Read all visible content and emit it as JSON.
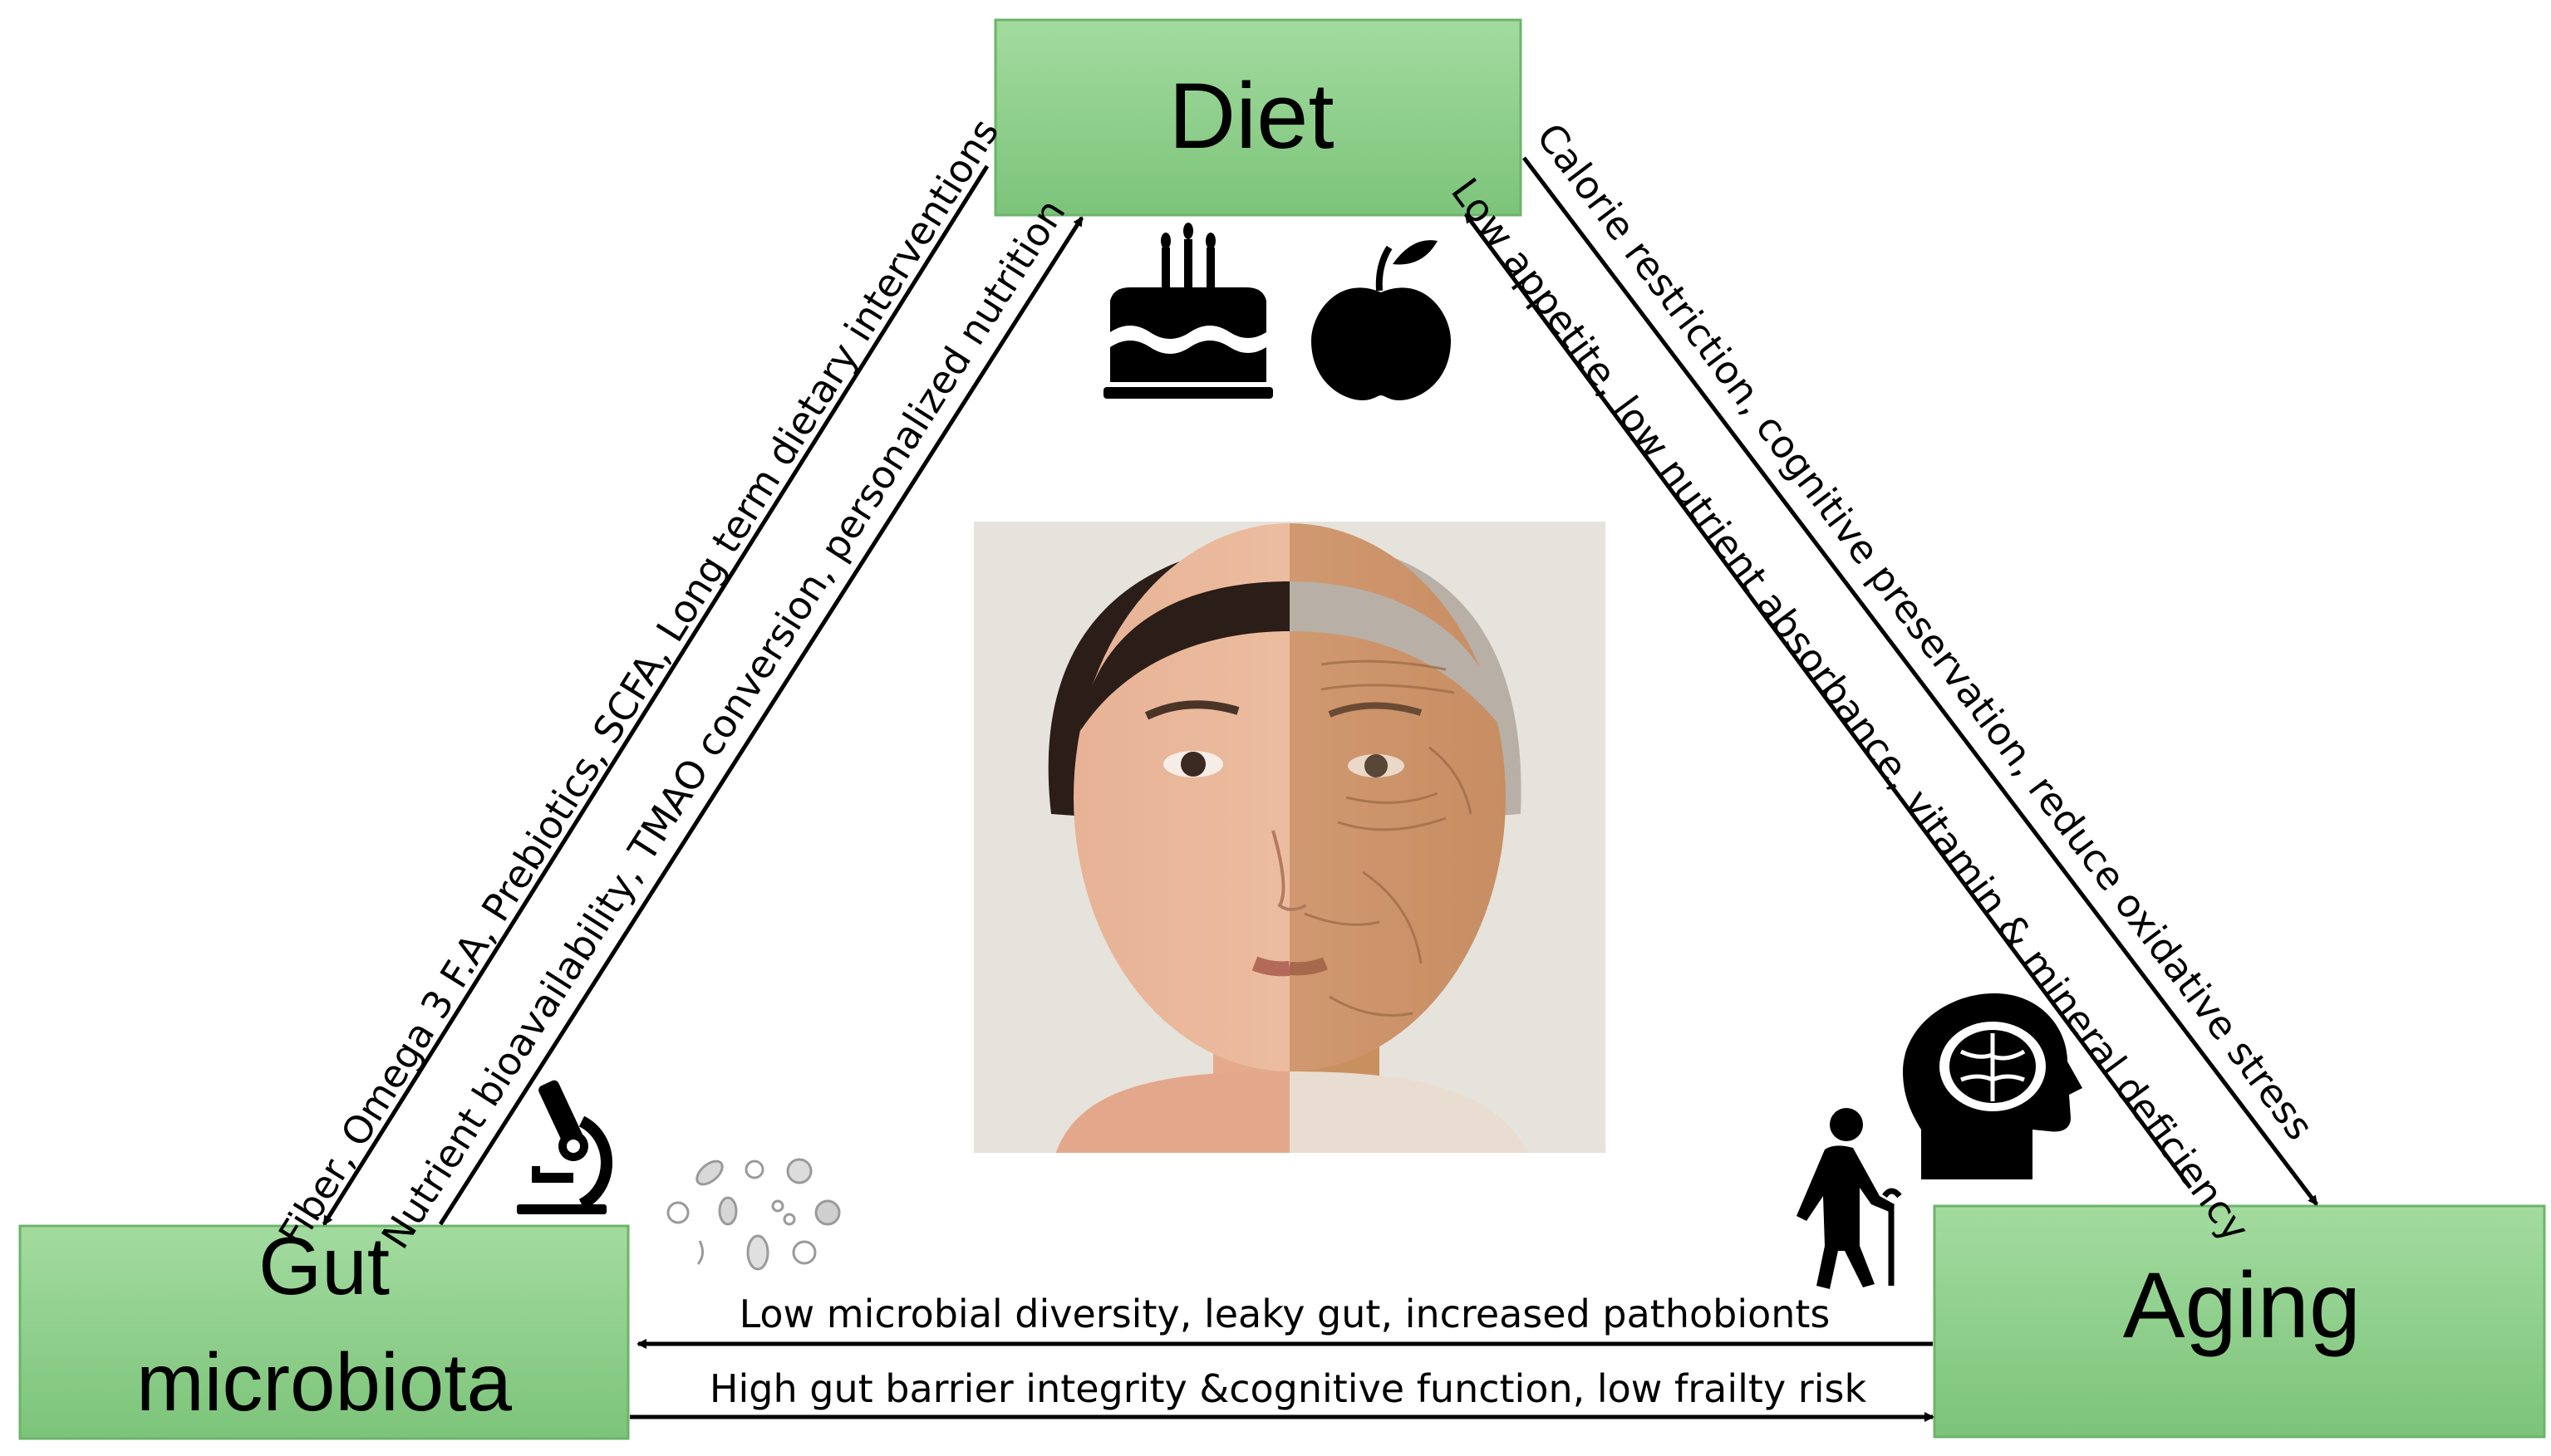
{
  "nodes": {
    "diet": {
      "label": "Diet"
    },
    "gut": {
      "label_line1": "Gut",
      "label_line2": "microbiota"
    },
    "aging": {
      "label": "Aging"
    }
  },
  "edges": {
    "gut_to_diet_outer": "Fiber, Omega 3 F.A, Prebiotics, SCFA, Long term dietary interventions",
    "gut_to_diet_inner": "Nutrient bioavailability, TMAO conversion, personalized nutrition",
    "diet_to_aging_outer": "Calorie restriction, cognitive preservation, reduce oxidative stress",
    "aging_to_diet_inner": "Low appetite, low nutrient absorbance, vitamin & mineral deficiency",
    "aging_to_gut": "Low microbial diversity, leaky gut, increased pathobionts",
    "gut_to_aging": "High gut barrier integrity &cognitive function, low frailty risk"
  },
  "icons": [
    "birthday-cake-icon",
    "apple-icon",
    "microscope-icon",
    "microbes-icon",
    "elderly-person-icon",
    "brain-head-icon"
  ],
  "colors": {
    "box_fill": "#8dd18b",
    "box_stroke": "#6bb46a",
    "arrow": "#000000"
  }
}
